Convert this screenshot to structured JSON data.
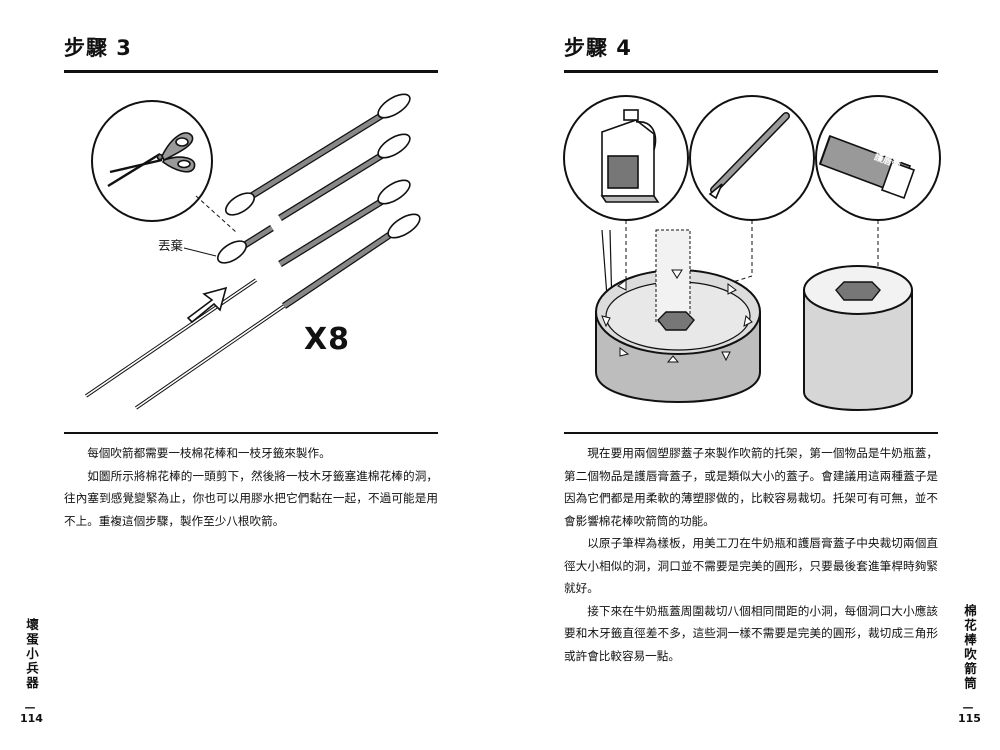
{
  "left_page": {
    "step_title": "步驟 3",
    "callout_discard": "丟棄",
    "multiplier": "X8",
    "paragraphs": [
      "每個吹箭都需要一枝棉花棒和一枝牙籤來製作。",
      "如圖所示將棉花棒的一頭剪下，然後將一枝木牙籤塞進棉花棒的洞，往內塞到感覺變緊為止，你也可以用膠水把它們黏在一起，不過可能是用不上。重複這個步驟，製作至少八根吹箭。"
    ],
    "side_label": "壞蛋小兵器",
    "page_number": "114"
  },
  "right_page": {
    "step_title": "步驟 4",
    "badge_label": "護唇膏",
    "paragraphs": [
      "現在要用兩個塑膠蓋子來製作吹箭的托架，第一個物品是牛奶瓶蓋，第二個物品是護唇膏蓋子，或是類似大小的蓋子。會建議用這兩種蓋子是因為它們都是用柔軟的薄塑膠做的，比較容易裁切。托架可有可無，並不會影響棉花棒吹箭筒的功能。",
      "以原子筆桿為樣板，用美工刀在牛奶瓶和護唇膏蓋子中央裁切兩個直徑大小相似的洞，洞口並不需要是完美的圓形，只要最後套進筆桿時夠緊就好。",
      "接下來在牛奶瓶蓋周圍裁切八個相同間距的小洞，每個洞口大小應該要和木牙籤直徑差不多，這些洞一樣不需要是完美的圓形，裁切成三角形或許會比較容易一點。"
    ],
    "side_label": "棉花棒吹箭筒",
    "page_number": "115"
  }
}
